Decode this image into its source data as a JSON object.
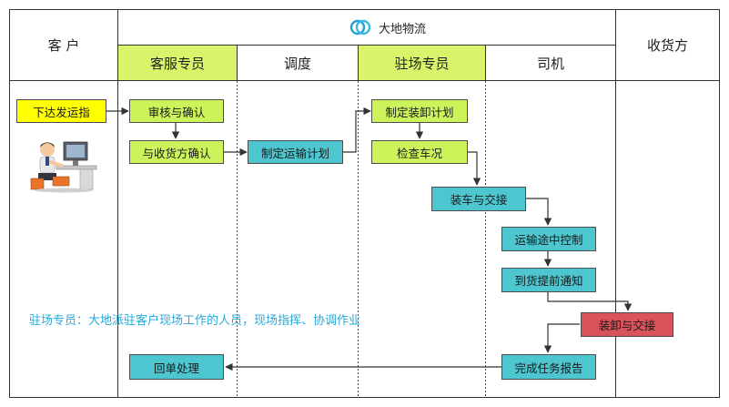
{
  "brand": {
    "title": "大地物流",
    "logo": "dadi-logo-icon"
  },
  "lanes": {
    "customer": "客 户",
    "service": "客服专员",
    "dispatch": "调度",
    "onsite": "驻场专员",
    "driver": "司机",
    "receiver": "收货方"
  },
  "steps": {
    "issue_order": "下达发运指",
    "review": "审核与确认",
    "confirm_receiver": "与收货方确认",
    "plan_transport": "制定运输计划",
    "plan_loading": "制定装卸计划",
    "check_vehicle": "检查车况",
    "load_handover": "装车与交接",
    "transit_control": "运输途中控制",
    "arrival_notice": "到货提前通知",
    "unload_handover": "装卸与交接",
    "complete_report": "完成任务报告",
    "receipt_processing": "回单处理"
  },
  "note": "驻场专员：大地派驻客户现场工作的人员，现场指挥、协调作业",
  "colors": {
    "green": "#cdf35a",
    "teal": "#4dc6cf",
    "yellow": "#ffff00",
    "red": "#d8535b",
    "note": "#2aa8d8"
  },
  "icons": [
    "dadi-logo-icon",
    "office-worker-icon"
  ]
}
